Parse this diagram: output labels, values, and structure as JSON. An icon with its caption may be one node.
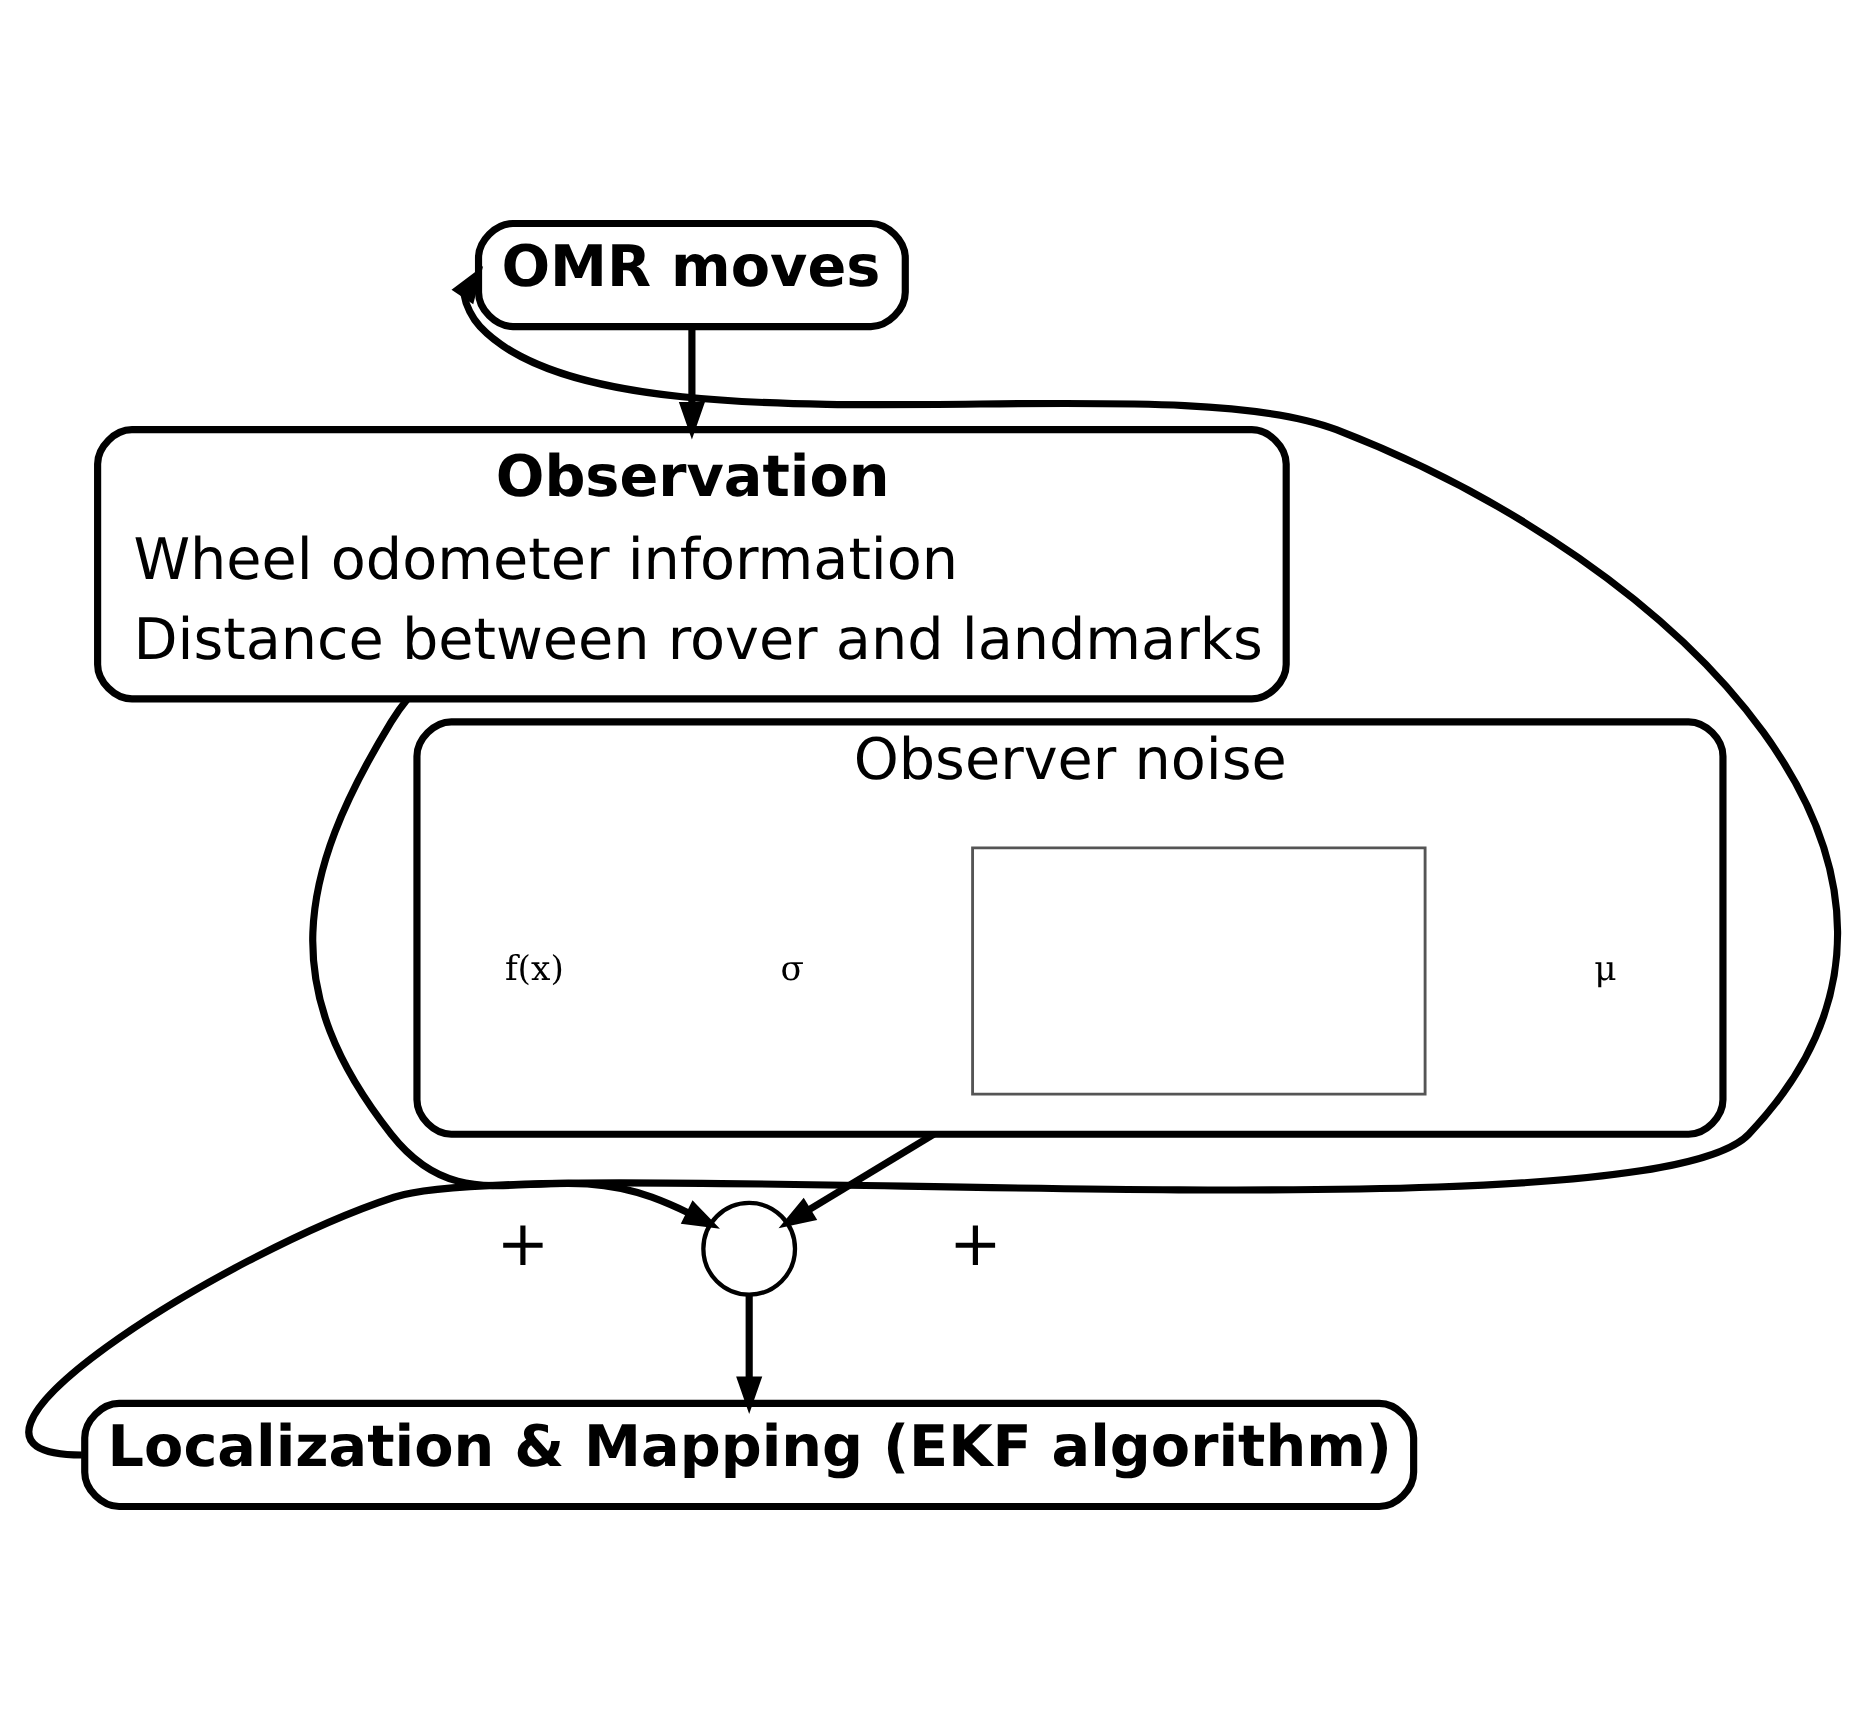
{
  "diagram": {
    "nodes": [
      {
        "text": [
          "OMR moves"
        ]
      },
      {
        "text": [
          "Observation",
          "Wheel odometer information",
          "Distance between rover and landmarks"
        ]
      },
      {
        "text": [],
        "shape": "circle"
      },
      {
        "text": [
          "Observer noise"
        ]
      },
      {
        "text": [
          "Localization & Mapping (EKF algorithm)"
        ]
      },
      {
        "text": [],
        "shape": "box",
        "in": 3
      }
    ],
    "edges": [
      {
        "from": 0,
        "to": 1,
        "arrow": "to"
      },
      {
        "from": 1,
        "to": 2,
        "arrow": "to"
      },
      {
        "from": 3,
        "to": 2,
        "arrow": "to"
      },
      {
        "from": 2,
        "to": 4,
        "arrow": "to"
      },
      {
        "from": 4,
        "to": 0,
        "arrow": "to"
      }
    ],
    "labels": [
      "+",
      "+",
      "f(x)",
      "σ",
      "μ"
    ]
  }
}
